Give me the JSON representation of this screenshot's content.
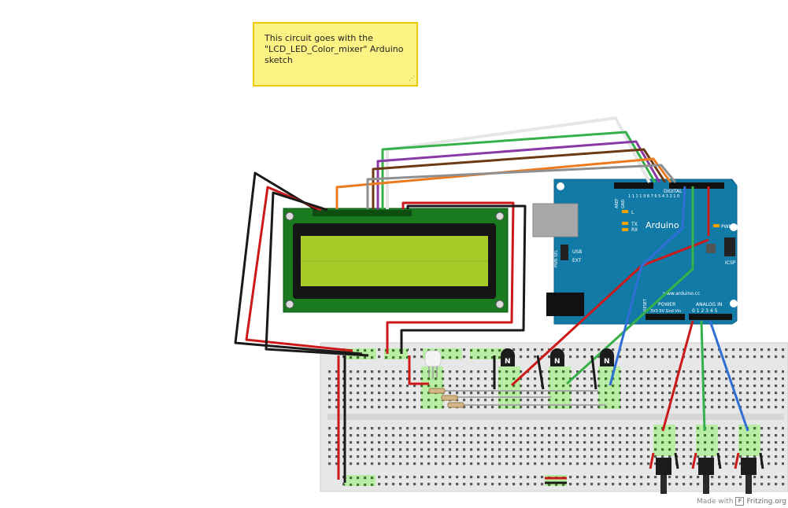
{
  "note": {
    "text": "This circuit goes with the \"LCD_LED_Color_mixer\" Arduino sketch"
  },
  "arduino": {
    "brand": "Arduino",
    "labels": {
      "aref": "AREF",
      "gnd": "GND",
      "digital": "DIGITAL",
      "pwm": "PWM",
      "tx": "TX",
      "rx": "RX",
      "l": "L",
      "usb": "USB",
      "ext": "EXT",
      "pwr_sel": "PWR SEL",
      "icsp": "ICSP",
      "reset": "RESET",
      "power": "POWER",
      "power_pins": "3V3 5V Gnd Vin",
      "analog_in": "ANALOG IN",
      "analog_pins": "0 1 2 3 4 5",
      "website": "www.arduino.cc",
      "digital_pins": "1 1 1 1 9 8   7 6 5 4 3 2 1 0"
    }
  },
  "transistor_label": "N",
  "credit": {
    "made_with": "Made with",
    "logo": "F",
    "brand": "Fritzing.org"
  }
}
